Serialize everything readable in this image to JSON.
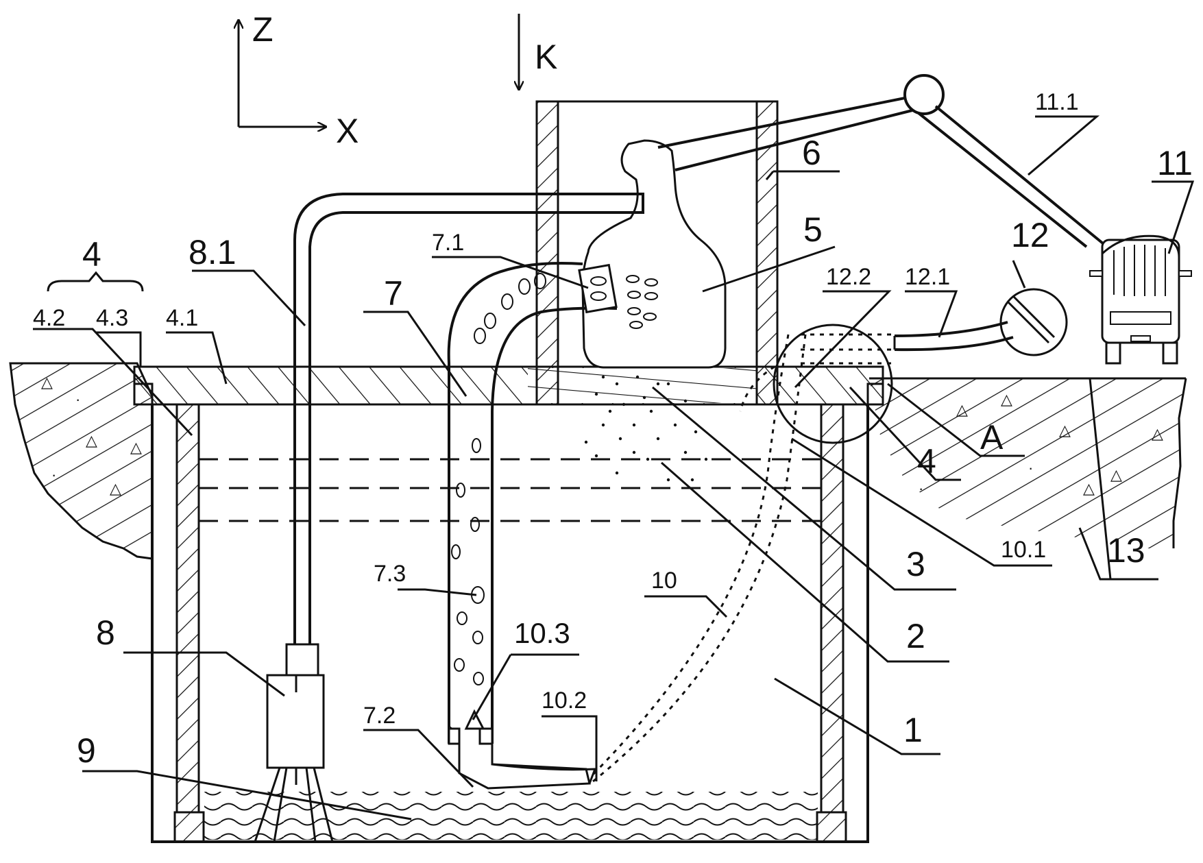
{
  "axes": {
    "z": "Z",
    "x": "X",
    "view": "K"
  },
  "labels": {
    "l1": "1",
    "l2": "2",
    "l3": "3",
    "l4_top": "4",
    "l4_right": "4",
    "l4_1": "4.1",
    "l4_2": "4.2",
    "l4_3": "4.3",
    "l5": "5",
    "l6": "6",
    "l7": "7",
    "l7_1": "7.1",
    "l7_2": "7.2",
    "l7_3": "7.3",
    "l8": "8",
    "l8_1": "8.1",
    "l9": "9",
    "l10": "10",
    "l10_1": "10.1",
    "l10_2": "10.2",
    "l10_3": "10.3",
    "l11": "11",
    "l11_1": "11.1",
    "l12": "12",
    "l12_1": "12.1",
    "l12_2": "12.2",
    "l13": "13",
    "lA": "A"
  }
}
